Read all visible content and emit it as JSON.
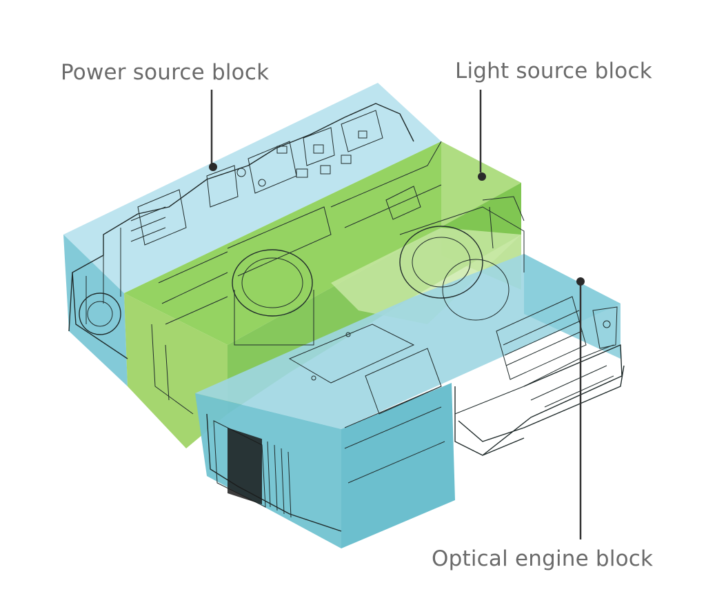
{
  "labels": {
    "power": "Power source block",
    "light": "Light source block",
    "optical": "Optical engine block"
  },
  "colors": {
    "power_block": "#8fd0de",
    "light_block": "#7fc645",
    "optical_block": "#6ec2d0",
    "label_text": "#6a6a6a",
    "leader_line": "#333333"
  }
}
